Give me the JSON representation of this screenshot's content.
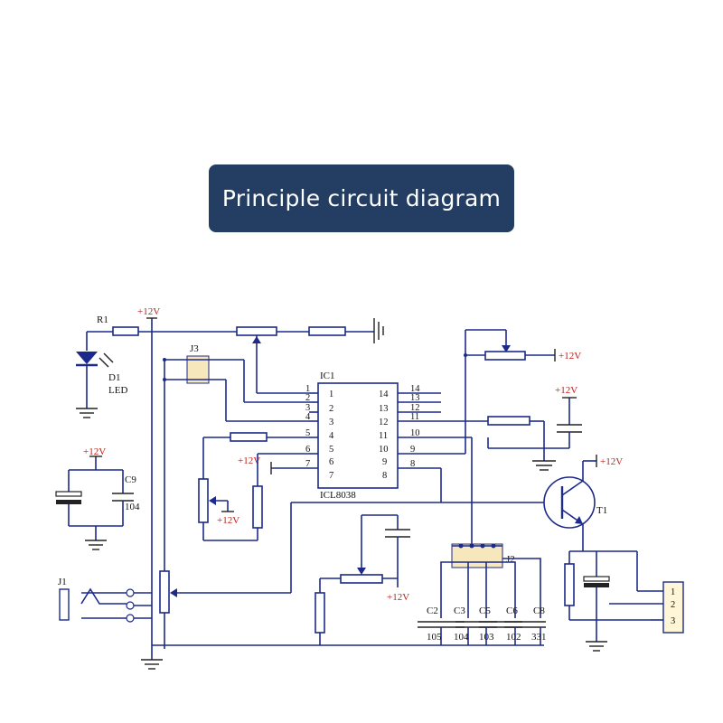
{
  "title": "Principle circuit diagram",
  "diagram": {
    "supply_label": "+12V",
    "resistors": {
      "r1": "R1"
    },
    "led": {
      "ref": "D1",
      "name": "LED"
    },
    "ic": {
      "ref": "IC1",
      "part": "ICL8038",
      "left_pins": [
        "1",
        "2",
        "3",
        "4",
        "5",
        "6",
        "7"
      ],
      "right_pins": [
        "14",
        "13",
        "12",
        "11",
        "10",
        "9",
        "8"
      ]
    },
    "jumpers": {
      "j2": "J2",
      "j3": "J3"
    },
    "connectors": {
      "j1": "J1",
      "out_pins": [
        "1",
        "2",
        "3"
      ]
    },
    "transistor": "T1",
    "c9": {
      "ref": "C9",
      "value": "104"
    },
    "cap_bank": {
      "refs": [
        "C2",
        "C3",
        "C5",
        "C6",
        "C8"
      ],
      "values": [
        "105",
        "104",
        "103",
        "102",
        "331"
      ]
    }
  }
}
